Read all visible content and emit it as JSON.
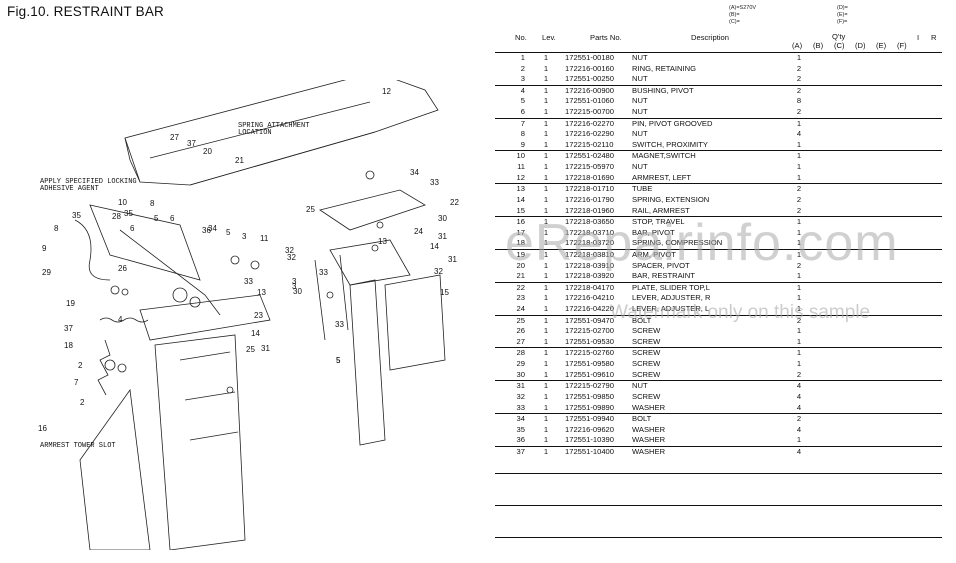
{
  "title": "Fig.10.  RESTRAINT BAR",
  "legend": {
    "left": [
      "(A)=S270V",
      "(B)=",
      "(C)="
    ],
    "right": [
      "(D)=",
      "(E)=",
      "(F)="
    ]
  },
  "table": {
    "headers": {
      "no": "No.",
      "lev": "Lev.",
      "part": "Parts No.",
      "desc": "Description",
      "qty": "Q'ty",
      "a": "(A)",
      "b": "(B)",
      "c": "(C)",
      "d": "(D)",
      "e": "(E)",
      "f": "(F)",
      "i": "I",
      "r": "R"
    },
    "rows": [
      {
        "no": "1",
        "lev": "1",
        "part": "172551-00180",
        "desc": "NUT",
        "qty": "1"
      },
      {
        "no": "2",
        "lev": "1",
        "part": "172216-00160",
        "desc": "RING, RETAINING",
        "qty": "2"
      },
      {
        "no": "3",
        "lev": "1",
        "part": "172551-00250",
        "desc": "NUT",
        "qty": "2"
      },
      {
        "no": "4",
        "lev": "1",
        "part": "172216-00900",
        "desc": "BUSHING, PIVOT",
        "qty": "2"
      },
      {
        "no": "5",
        "lev": "1",
        "part": "172551-01060",
        "desc": "NUT",
        "qty": "8"
      },
      {
        "no": "6",
        "lev": "1",
        "part": "172215-00700",
        "desc": "NUT",
        "qty": "2"
      },
      {
        "no": "7",
        "lev": "1",
        "part": "172216-02270",
        "desc": "PIN, PIVOT GROOVED",
        "qty": "1"
      },
      {
        "no": "8",
        "lev": "1",
        "part": "172216-02290",
        "desc": "NUT",
        "qty": "4"
      },
      {
        "no": "9",
        "lev": "1",
        "part": "172215-02110",
        "desc": "SWITCH, PROXIMITY",
        "qty": "1"
      },
      {
        "no": "10",
        "lev": "1",
        "part": "172551-02480",
        "desc": "MAGNET,SWITCH",
        "qty": "1"
      },
      {
        "no": "11",
        "lev": "1",
        "part": "172215-05970",
        "desc": "NUT",
        "qty": "1"
      },
      {
        "no": "12",
        "lev": "1",
        "part": "172218-01690",
        "desc": "ARMREST, LEFT",
        "qty": "1"
      },
      {
        "no": "13",
        "lev": "1",
        "part": "172218-01710",
        "desc": "TUBE",
        "qty": "2"
      },
      {
        "no": "14",
        "lev": "1",
        "part": "172216-01790",
        "desc": "SPRING, EXTENSION",
        "qty": "2"
      },
      {
        "no": "15",
        "lev": "1",
        "part": "172218-01960",
        "desc": "RAIL, ARMREST",
        "qty": "2"
      },
      {
        "no": "16",
        "lev": "1",
        "part": "172218-03650",
        "desc": "STOP, TRAVEL",
        "qty": "1"
      },
      {
        "no": "17",
        "lev": "1",
        "part": "172218-03710",
        "desc": "BAR, PIVOT",
        "qty": "1"
      },
      {
        "no": "18",
        "lev": "1",
        "part": "172218-03720",
        "desc": "SPRING, COMPRESSION",
        "qty": "1"
      },
      {
        "no": "19",
        "lev": "1",
        "part": "172218-03810",
        "desc": "ARM, PIVOT",
        "qty": "1"
      },
      {
        "no": "20",
        "lev": "1",
        "part": "172218-03910",
        "desc": "SPACER, PIVOT",
        "qty": "2"
      },
      {
        "no": "21",
        "lev": "1",
        "part": "172218-03920",
        "desc": "BAR, RESTRAINT",
        "qty": "1"
      },
      {
        "no": "22",
        "lev": "1",
        "part": "172218-04170",
        "desc": "PLATE, SLIDER TOP,L",
        "qty": "1"
      },
      {
        "no": "23",
        "lev": "1",
        "part": "172216-04210",
        "desc": "LEVER, ADJUSTER, R",
        "qty": "1"
      },
      {
        "no": "24",
        "lev": "1",
        "part": "172216-04220",
        "desc": "LEVER, ADJUSTER, L",
        "qty": "1"
      },
      {
        "no": "25",
        "lev": "1",
        "part": "172551-09470",
        "desc": "BOLT",
        "qty": "2"
      },
      {
        "no": "26",
        "lev": "1",
        "part": "172215-02700",
        "desc": "SCREW",
        "qty": "1"
      },
      {
        "no": "27",
        "lev": "1",
        "part": "172551-09530",
        "desc": "SCREW",
        "qty": "1"
      },
      {
        "no": "28",
        "lev": "1",
        "part": "172215-02760",
        "desc": "SCREW",
        "qty": "1"
      },
      {
        "no": "29",
        "lev": "1",
        "part": "172551-09580",
        "desc": "SCREW",
        "qty": "1"
      },
      {
        "no": "30",
        "lev": "1",
        "part": "172551-09610",
        "desc": "SCREW",
        "qty": "2"
      },
      {
        "no": "31",
        "lev": "1",
        "part": "172215-02790",
        "desc": "NUT",
        "qty": "4"
      },
      {
        "no": "32",
        "lev": "1",
        "part": "172551-09850",
        "desc": "SCREW",
        "qty": "4"
      },
      {
        "no": "33",
        "lev": "1",
        "part": "172551-09890",
        "desc": "WASHER",
        "qty": "4"
      },
      {
        "no": "34",
        "lev": "1",
        "part": "172551-09940",
        "desc": "BOLT",
        "qty": "2"
      },
      {
        "no": "35",
        "lev": "1",
        "part": "172216-09620",
        "desc": "WASHER",
        "qty": "4"
      },
      {
        "no": "36",
        "lev": "1",
        "part": "172551-10390",
        "desc": "WASHER",
        "qty": "1"
      },
      {
        "no": "37",
        "lev": "1",
        "part": "172551-10400",
        "desc": "WASHER",
        "qty": "4"
      }
    ]
  },
  "diagram": {
    "notes": {
      "locking": [
        "APPLY SPECIFIED LOCKING",
        "ADHESIVE AGENT"
      ],
      "spring": [
        "SPRING ATTACHMENT",
        "LOCATION"
      ],
      "tower": "ARMREST TOWER SLOT"
    },
    "callouts": [
      "12",
      "27",
      "37",
      "20",
      "21",
      "10",
      "35",
      "5",
      "6",
      "8",
      "9",
      "29",
      "8",
      "35",
      "28",
      "6",
      "36",
      "34",
      "5",
      "3",
      "11",
      "19",
      "26",
      "4",
      "33",
      "13",
      "30",
      "37",
      "16",
      "18",
      "7",
      "2",
      "25",
      "23",
      "14",
      "31",
      "25",
      "5",
      "33",
      "3",
      "34",
      "33",
      "22",
      "30",
      "24",
      "31",
      "14",
      "32",
      "31",
      "32",
      "13",
      "32",
      "33",
      "3",
      "15",
      "5",
      "2"
    ]
  },
  "watermark": {
    "text": "eRepairinfo.com",
    "subtext": "Watermark only on this sample"
  }
}
